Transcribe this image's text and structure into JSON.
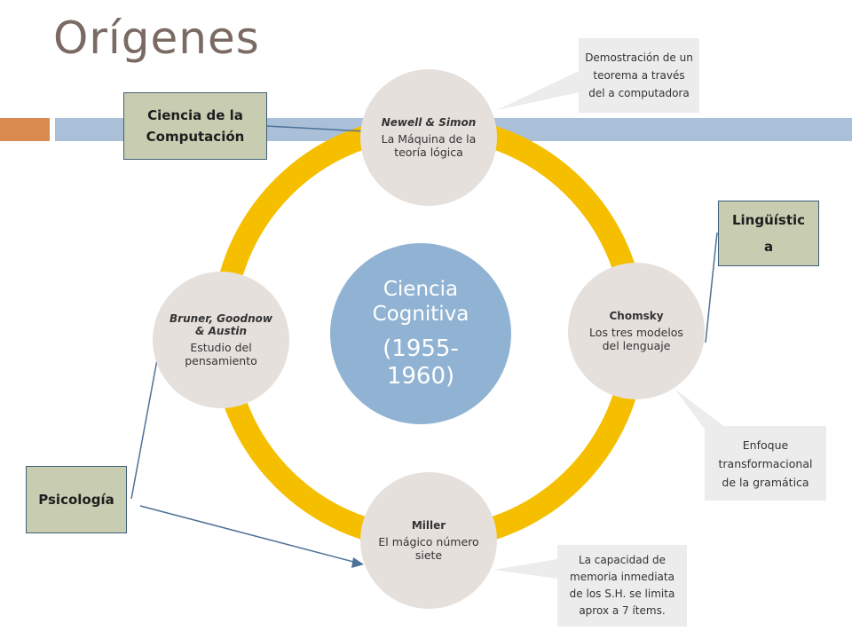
{
  "title": "Orígenes",
  "center": {
    "line1": "Ciencia Cognitiva",
    "line2": "(1955-1960)"
  },
  "nodes": {
    "top": {
      "who": "Newell & Simon",
      "what": "La Máquina de la teoría lógica"
    },
    "right": {
      "who": "Chomsky",
      "what": "Los tres modelos del lenguaje"
    },
    "bottom": {
      "who": "Miller",
      "what": "El mágico número siete"
    },
    "left": {
      "who": "Bruner, Goodnow & Austin",
      "what": "Estudio del pensamiento"
    }
  },
  "fields": {
    "computacion": "Ciencia de la Computación",
    "linguistica": "Lingüístic a",
    "psicologia": "Psicología"
  },
  "callouts": {
    "teorema": "Demostración de un teorema a través del a computadora",
    "gramatica": "Enfoque transformacional de la gramática",
    "memoria": "La capacidad de memoria inmediata de los S.H. se limita aprox a 7 ítems."
  },
  "colors": {
    "ring": "#f5bf00",
    "center": "#91b3d3",
    "node": "#e6e0dc",
    "field_box": "#c8cdb1",
    "accent_orange": "#d98a4f",
    "accent_blue": "#a9c0d8"
  }
}
